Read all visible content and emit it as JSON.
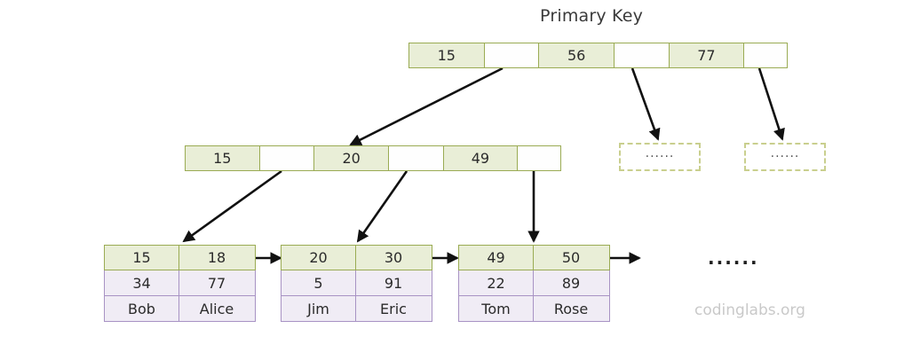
{
  "diagram": {
    "title": "Primary Key",
    "watermark": "codinglabs.org",
    "trailing_ellipsis": "······",
    "colors": {
      "node_border_green": "#9aab53",
      "node_fill_green": "#e9eed7",
      "leaf_border_purple": "#a893c4",
      "leaf_fill_purple": "#f0ecf5",
      "dashed_border": "#c9cf8e",
      "arrow": "#111111",
      "watermark": "#c9c9c9",
      "background": "#ffffff"
    }
  },
  "root_node": {
    "label": "root-index-node",
    "cells": [
      {
        "value": "15",
        "empty": false
      },
      {
        "value": "",
        "empty": true
      },
      {
        "value": "56",
        "empty": false
      },
      {
        "value": "",
        "empty": true
      },
      {
        "value": "77",
        "empty": false
      },
      {
        "value": "",
        "empty": true
      }
    ]
  },
  "internal_node": {
    "label": "internal-index-node",
    "cells": [
      {
        "value": "15",
        "empty": false
      },
      {
        "value": "",
        "empty": true
      },
      {
        "value": "20",
        "empty": false
      },
      {
        "value": "",
        "empty": true
      },
      {
        "value": "49",
        "empty": false
      },
      {
        "value": "",
        "empty": true
      }
    ]
  },
  "leaf_nodes": [
    {
      "label": "leaf-node-1",
      "keys": [
        "15",
        "18"
      ],
      "field2": [
        "34",
        "77"
      ],
      "field3": [
        "Bob",
        "Alice"
      ]
    },
    {
      "label": "leaf-node-2",
      "keys": [
        "20",
        "30"
      ],
      "field2": [
        "5",
        "91"
      ],
      "field3": [
        "Jim",
        "Eric"
      ]
    },
    {
      "label": "leaf-node-3",
      "keys": [
        "49",
        "50"
      ],
      "field2": [
        "22",
        "89"
      ],
      "field3": [
        "Tom",
        "Rose"
      ]
    }
  ],
  "placeholder_boxes": [
    {
      "label": "placeholder-subtree-1",
      "text": "······"
    },
    {
      "label": "placeholder-subtree-2",
      "text": "······"
    }
  ]
}
